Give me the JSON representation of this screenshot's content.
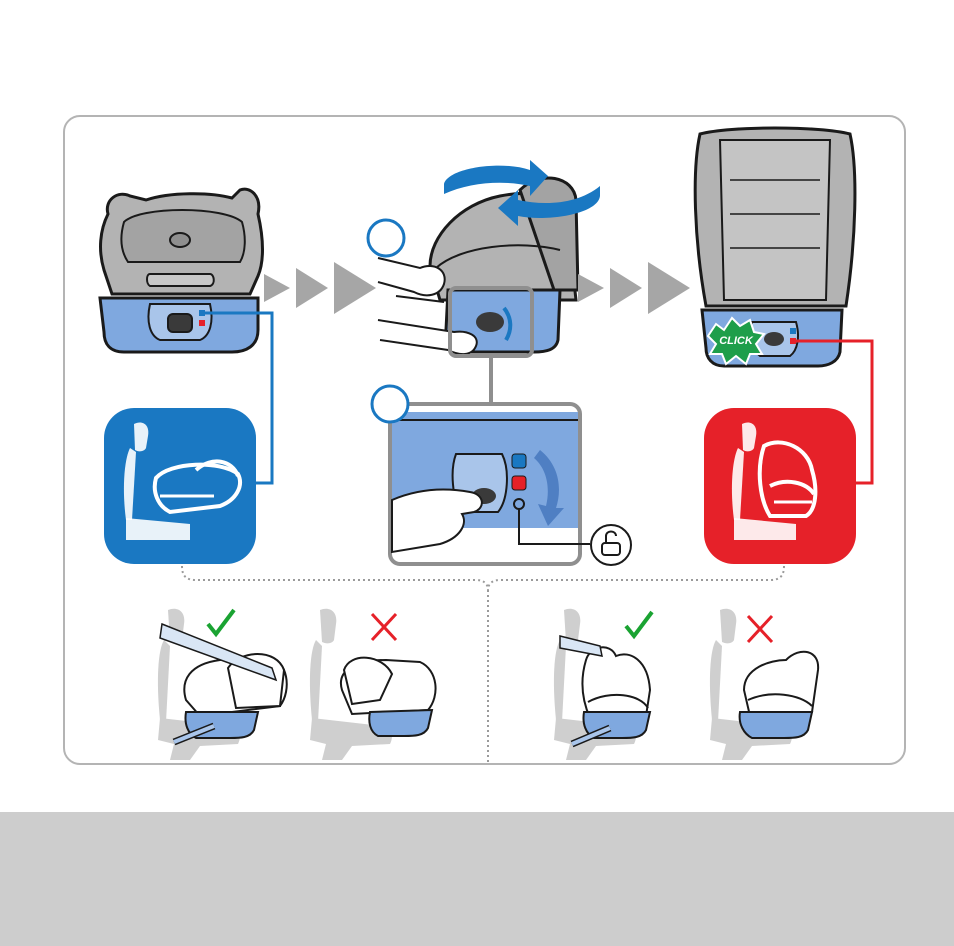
{
  "colors": {
    "frame": "#b4b4b4",
    "seat_grey": "#b3b3b3",
    "seat_grey_dark": "#8f8f8f",
    "base_blue": "#7fa8df",
    "base_blue_dark": "#4f7fc3",
    "arrow_grey": "#a6a6a6",
    "rear_facing_blue": "#1a78c2",
    "forward_facing_red": "#e62129",
    "ok_green": "#1aa332",
    "wrong_red": "#e62129",
    "click_green": "#1e9e4a",
    "footer": "#cdcdcd"
  },
  "steps": [
    {
      "id": "step-1",
      "circle_label": ""
    },
    {
      "id": "step-2",
      "circle_label": ""
    }
  ],
  "click_badge": "CLICK",
  "icons": {
    "progress_arrows": "triple-chevron-arrow-icon",
    "rotation": "rotation-arrow-icon",
    "unlock": "unlock-padlock-icon",
    "rear_facing_mode": "rear-facing-seat-icon",
    "forward_facing_mode": "forward-facing-seat-icon",
    "correct": "checkmark-icon",
    "incorrect": "cross-icon"
  },
  "comparisons": [
    {
      "id": "rear-facing-correct",
      "status": "correct"
    },
    {
      "id": "rear-facing-incorrect",
      "status": "incorrect"
    },
    {
      "id": "forward-facing-correct",
      "status": "correct"
    },
    {
      "id": "forward-facing-incorrect",
      "status": "incorrect"
    }
  ]
}
